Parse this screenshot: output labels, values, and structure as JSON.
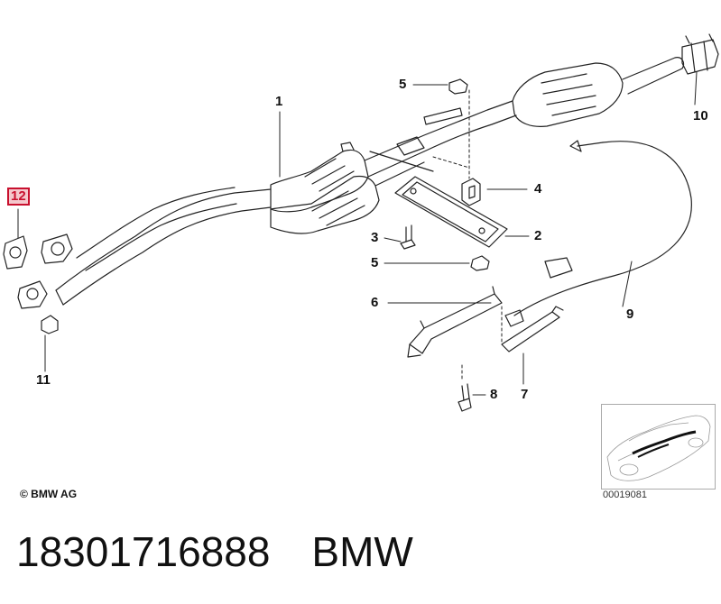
{
  "diagram": {
    "callouts": {
      "n1": "1",
      "n2": "2",
      "n3": "3",
      "n4": "4",
      "n5a": "5",
      "n5b": "5",
      "n6": "6",
      "n7": "7",
      "n8": "8",
      "n9": "9",
      "n10": "10",
      "n11": "11",
      "n12": "12"
    },
    "highlighted_callout": "12",
    "highlight_color": "#c8102e",
    "copyright": "© BMW AG",
    "reference_number": "00019081"
  },
  "footer": {
    "part_number": "18301716888",
    "brand": "BMW"
  }
}
